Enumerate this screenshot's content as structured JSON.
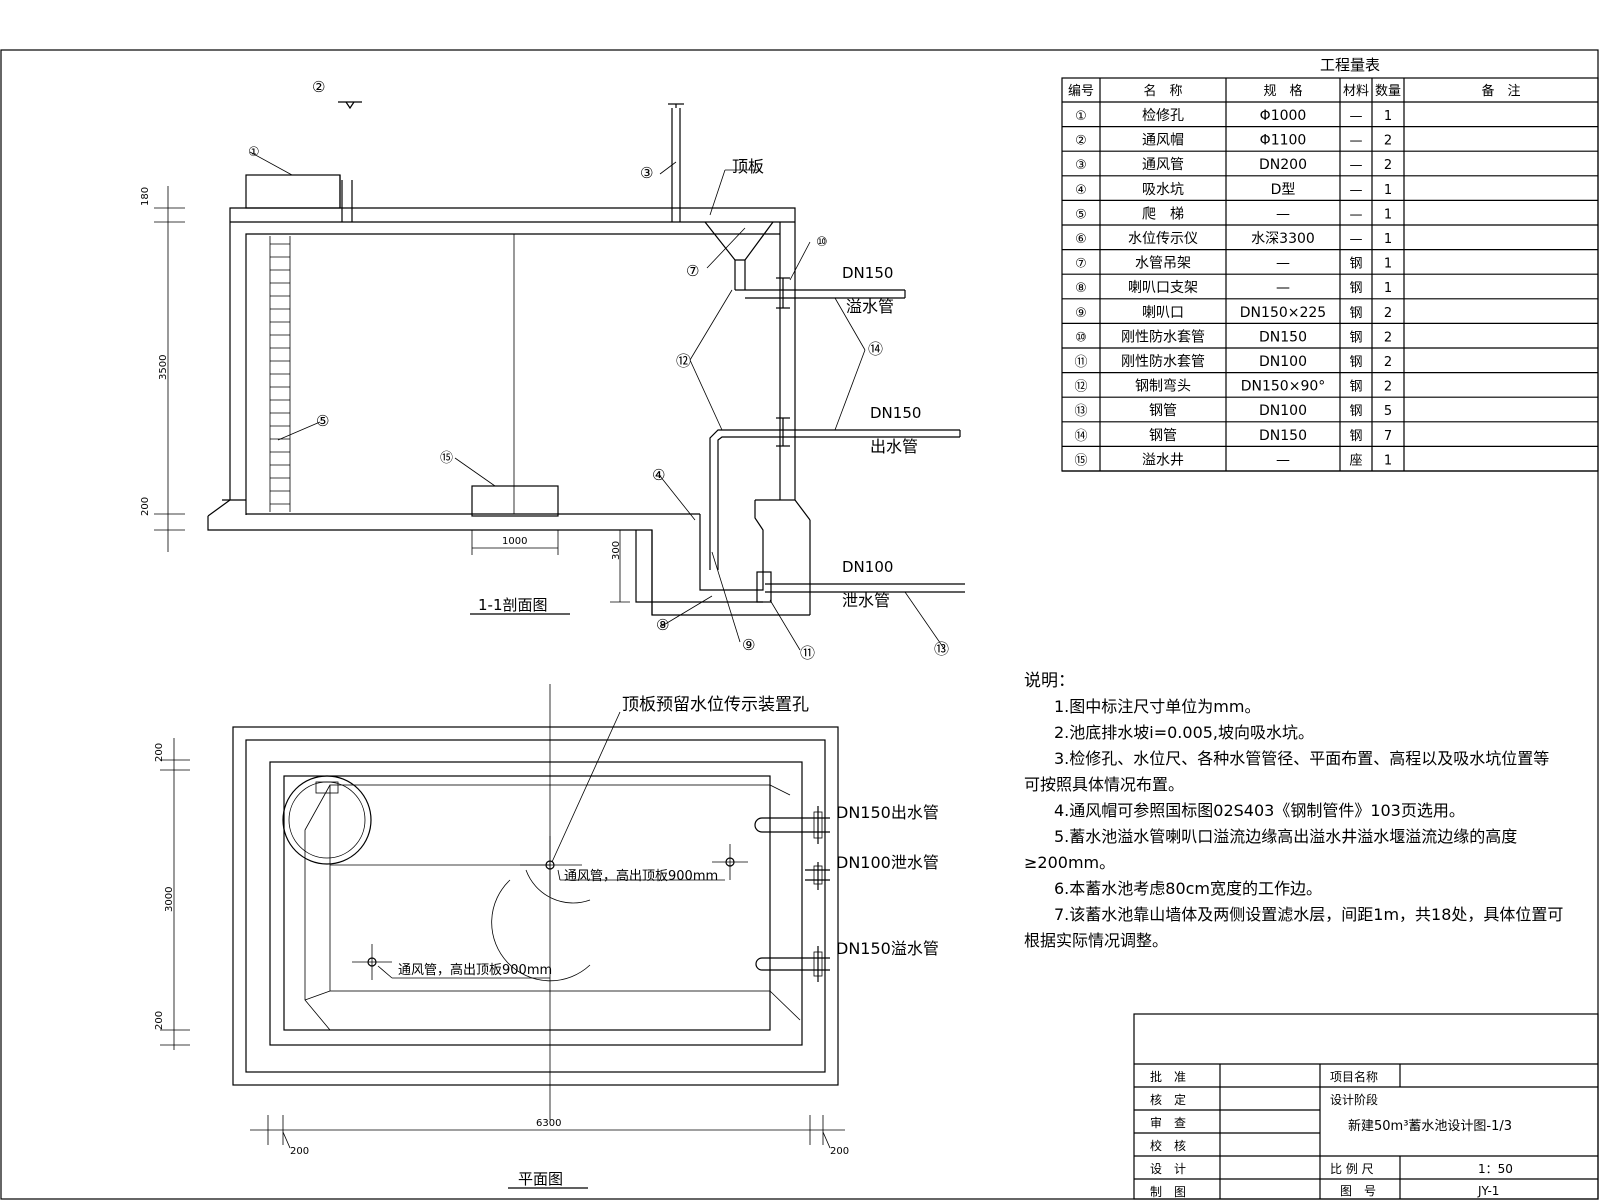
{
  "bom": {
    "title": "工程量表",
    "headers": [
      "编号",
      "名　称",
      "规　格",
      "材料",
      "数量",
      "备　注"
    ],
    "rows": [
      [
        "①",
        "检修孔",
        "Φ1000",
        "—",
        "1",
        ""
      ],
      [
        "②",
        "通风帽",
        "Φ1100",
        "—",
        "2",
        ""
      ],
      [
        "③",
        "通风管",
        "DN200",
        "—",
        "2",
        ""
      ],
      [
        "④",
        "吸水坑",
        "D型",
        "—",
        "1",
        ""
      ],
      [
        "⑤",
        "爬　梯",
        "—",
        "—",
        "1",
        ""
      ],
      [
        "⑥",
        "水位传示仪",
        "水深3300",
        "—",
        "1",
        ""
      ],
      [
        "⑦",
        "水管吊架",
        "—",
        "钢",
        "1",
        ""
      ],
      [
        "⑧",
        "喇叭口支架",
        "—",
        "钢",
        "1",
        ""
      ],
      [
        "⑨",
        "喇叭口",
        "DN150×225",
        "钢",
        "2",
        ""
      ],
      [
        "⑩",
        "刚性防水套管",
        "DN150",
        "钢",
        "2",
        ""
      ],
      [
        "⑪",
        "刚性防水套管",
        "DN100",
        "钢",
        "2",
        ""
      ],
      [
        "⑫",
        "钢制弯头",
        "DN150×90°",
        "钢",
        "2",
        ""
      ],
      [
        "⑬",
        "钢管",
        "DN100",
        "钢",
        "5",
        ""
      ],
      [
        "⑭",
        "钢管",
        "DN150",
        "钢",
        "7",
        ""
      ],
      [
        "⑮",
        "溢水井",
        "—",
        "座",
        "1",
        ""
      ]
    ]
  },
  "section": {
    "title": "1-1剖面图",
    "label_roof": "顶板",
    "pipe_overflow_size": "DN150",
    "pipe_overflow_name": "溢水管",
    "pipe_outlet_size": "DN150",
    "pipe_outlet_name": "出水管",
    "pipe_drain_size": "DN100",
    "pipe_drain_name": "泄水管",
    "dim_top": "180",
    "dim_height": "3500",
    "dim_bottom": "200",
    "dim_pit_width": "1000",
    "dim_pit_depth": "300",
    "callouts": [
      "①",
      "②",
      "③",
      "④",
      "⑤",
      "⑦",
      "⑧",
      "⑨",
      "⑩",
      "⑪",
      "⑫",
      "⑬",
      "⑭",
      "⑮"
    ]
  },
  "plan": {
    "title": "平面图",
    "label_gauge_hole": "顶板预留水位传示装置孔",
    "label_vent_1": "通风管，高出顶板900mm",
    "label_vent_2": "通风管，高出顶板900mm",
    "pipe_outlet": "DN150出水管",
    "pipe_drain": "DN100泄水管",
    "pipe_overflow": "DN150溢水管",
    "dim_top": "200",
    "dim_height": "3000",
    "dim_bottom": "200",
    "dim_width": "6300",
    "dim_left": "200",
    "dim_right": "200"
  },
  "notes": {
    "title": "说明：",
    "items": [
      "1.图中标注尺寸单位为mm。",
      "2.池底排水坡i=0.005,坡向吸水坑。",
      "3.检修孔、水位尺、各种水管管径、平面布置、高程以及吸水坑位置等可按照具体情况布置。",
      "4.通风帽可参照国标图02S403《钢制管件》103页选用。",
      "5.蓄水池溢水管喇叭口溢流边缘高出溢水井溢水堰溢流边缘的高度≥200mm。",
      "6.本蓄水池考虑80cm宽度的工作边。",
      "7.该蓄水池靠山墙体及两侧设置滤水层，间距1m，共18处，具体位置可根据实际情况调整。"
    ]
  },
  "title_block": {
    "labels": [
      "批　准",
      "核　定",
      "审　查",
      "校　核",
      "设　计",
      "制　图"
    ],
    "project_name_label": "项目名称",
    "design_stage_label": "设计阶段",
    "drawing_title": "新建50m³蓄水池设计图-1/3",
    "scale_label": "比 例 尺",
    "scale_value": "1：50",
    "drawing_no_label": "图　号",
    "drawing_no_value": "JY-1"
  }
}
